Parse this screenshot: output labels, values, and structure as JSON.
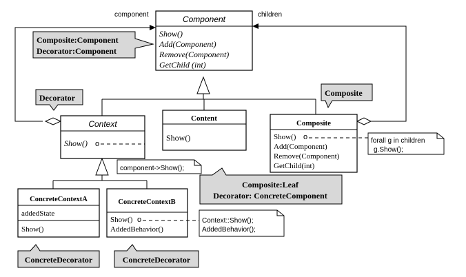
{
  "labels": {
    "component_edge": "component",
    "children_edge": "children"
  },
  "component": {
    "name": "Component",
    "ops": [
      "Show()",
      "Add(Component)",
      "Remove(Component)",
      "GetChild (int)"
    ]
  },
  "context": {
    "name": "Context",
    "ops": [
      "Show()"
    ],
    "op_marker": "o"
  },
  "content": {
    "name": "Content",
    "ops": [
      "Show()"
    ]
  },
  "composite": {
    "name": "Composite",
    "ops": [
      "Show()",
      "Add(Component)",
      "Remove(Component)",
      "GetChild(int)"
    ],
    "op_marker": "o"
  },
  "concrete_a": {
    "name": "ConcreteContextA",
    "attrs": [
      "addedState"
    ],
    "ops": [
      "Show()"
    ]
  },
  "concrete_b": {
    "name": "ConcreteContextB",
    "ops": [
      "Show()",
      "AddedBehavior()"
    ],
    "op_marker": "o"
  },
  "notes": {
    "context_show": "component->Show();",
    "composite_show": [
      "forall g in children",
      "g.Show();"
    ],
    "concrete_b_show": [
      "Context::Show();",
      "AddedBehavior();"
    ]
  },
  "tags": {
    "roles": [
      "Composite:Component",
      "Decorator:Component"
    ],
    "decorator": "Decorator",
    "composite": "Composite",
    "leaf_roles": [
      "Composite:Leaf",
      "Decorator: ConcreteComponent"
    ],
    "concrete_decorator_a": "ConcreteDecorator",
    "concrete_decorator_b": "ConcreteDecorator"
  }
}
